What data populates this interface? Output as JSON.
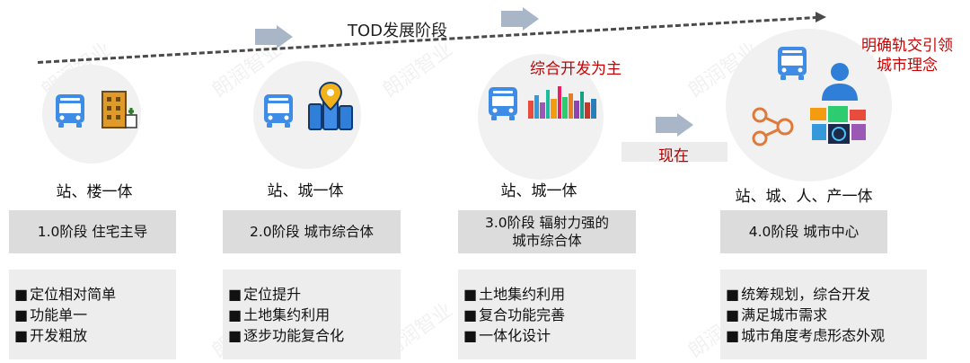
{
  "header": {
    "title": "TOD发展阶段"
  },
  "now_label": "现在",
  "stages": [
    {
      "combo": "站、楼一体",
      "stage": "1.0阶段   住宅主导",
      "bullets": [
        "定位相对简单",
        "功能单一",
        "开发粗放"
      ]
    },
    {
      "combo": "站、城一体",
      "stage": "2.0阶段   城市综合体",
      "bullets": [
        "定位提升",
        "土地集约利用",
        "逐步功能复合化"
      ]
    },
    {
      "combo": "站、城一体",
      "stage": "3.0阶段   辐射力强的\n城市综合体",
      "note": "综合开发为主",
      "bullets": [
        "土地集约利用",
        "复合功能完善",
        "一体化设计"
      ]
    },
    {
      "combo": "站、城、人、产一体",
      "stage": "4.0阶段   城市中心",
      "note": "明确轨交引领\n城市理念",
      "bullets": [
        "统筹规划，综合开发",
        "满足城市需求",
        "城市角度考虑形态外观"
      ]
    }
  ],
  "watermark": "朗润智业",
  "colors": {
    "accent_blue": "#3f8ce6",
    "note_red": "#cc0000",
    "arrow_gray": "#a8b6c8"
  }
}
